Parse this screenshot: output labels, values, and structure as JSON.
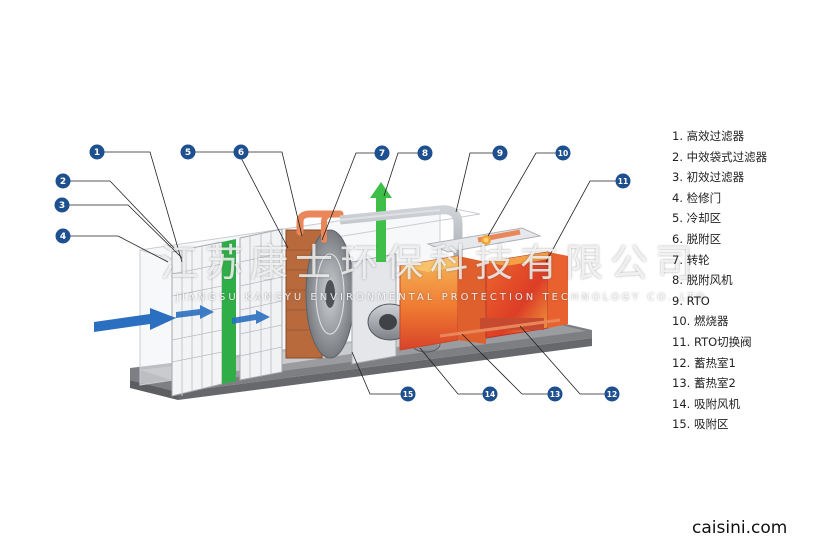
{
  "callouts": [
    "1",
    "2",
    "3",
    "4",
    "5",
    "6",
    "7",
    "8",
    "9",
    "10",
    "11",
    "12",
    "13",
    "14",
    "15"
  ],
  "legend": [
    "1. 高效过滤器",
    "2. 中效袋式过滤器",
    "3. 初效过滤器",
    "4. 检修门",
    "5. 冷却区",
    "6. 脱附区",
    "7. 转轮",
    "8. 脱附风机",
    "9. RTO",
    "10. 燃烧器",
    "11. RTO切换阀",
    "12. 蓄热室1",
    "13. 蓄热室2",
    "14. 吸附风机",
    "15. 吸附区"
  ],
  "watermark": {
    "company_cn": "江苏康士环保科技有限公司",
    "company_en": "JIANGSU KANGYU ENVIRONMENTAL PROTECTION TECHNOLOGY CO.,LTD"
  },
  "site": "caisini.com",
  "colors": {
    "callout": "#1e4f8f",
    "filter_green": "#2fae48",
    "flow_blue": "#2a6fc0",
    "exhaust_green": "#3fbf4a",
    "hot_orange": "#e8592a",
    "pipe_orange": "#e9875a"
  }
}
